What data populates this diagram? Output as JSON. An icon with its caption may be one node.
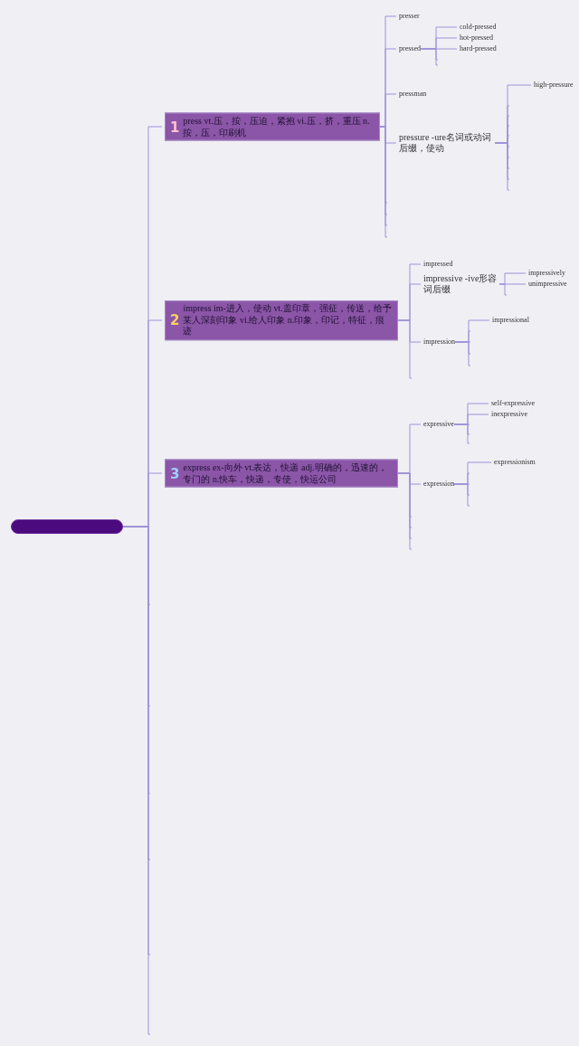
{
  "diagram": {
    "nodes": [
      {
        "text": [],
        "shape": "box"
      },
      {
        "text": [
          "1",
          "press vt.压，按，压迫，紧抱 vi.压，挤，重压 n.按，压，印刷机"
        ]
      },
      {
        "text": [
          "presser"
        ]
      },
      {
        "text": [
          "pressed"
        ]
      },
      {
        "text": [
          "cold-pressed"
        ]
      },
      {
        "text": [
          "hot-pressed"
        ]
      },
      {
        "text": [
          "hard-pressed"
        ]
      },
      {
        "text": [
          "pressman"
        ]
      },
      {
        "text": [
          "pressure -ure名词或动词后缀，使动"
        ]
      },
      {
        "text": [
          "high-pressure"
        ]
      },
      {
        "text": [
          "2",
          "impress im-进入，使动 vt.盖印章，强征，传送，给予某人深刻印象 vi.给人印象 n.印象，印记，特征，痕迹"
        ]
      },
      {
        "text": [
          "impressed"
        ]
      },
      {
        "text": [
          "impressive -ive形容词后缀"
        ]
      },
      {
        "text": [
          "impressively"
        ]
      },
      {
        "text": [
          "unimpressive"
        ]
      },
      {
        "text": [
          "impression"
        ]
      },
      {
        "text": [
          "impressional"
        ]
      },
      {
        "text": [
          "3",
          "express ex-向外 vt.表达，快递 adj.明确的，迅速的，专门的 n.快车，快递，专使，快运公司"
        ]
      },
      {
        "text": [
          "expressive"
        ]
      },
      {
        "text": [
          "self-expressive"
        ]
      },
      {
        "text": [
          "inexpressive"
        ]
      },
      {
        "text": [
          "expression"
        ]
      },
      {
        "text": [
          "expressionism"
        ]
      }
    ],
    "edges": [
      {
        "from": 0,
        "to": 1,
        "arrow": "none"
      },
      {
        "from": 0,
        "to": 10,
        "arrow": "none"
      },
      {
        "from": 0,
        "to": 17,
        "arrow": "none"
      },
      {
        "from": 0,
        "to": null,
        "arrow": "none"
      },
      {
        "from": 0,
        "to": null,
        "arrow": "none"
      },
      {
        "from": 0,
        "to": null,
        "arrow": "none"
      },
      {
        "from": 0,
        "to": null,
        "arrow": "none"
      },
      {
        "from": 0,
        "to": null,
        "arrow": "none"
      },
      {
        "from": 0,
        "to": null,
        "arrow": "none"
      },
      {
        "from": 1,
        "to": 2,
        "arrow": "none"
      },
      {
        "from": 1,
        "to": 3,
        "arrow": "none"
      },
      {
        "from": 1,
        "to": 7,
        "arrow": "none"
      },
      {
        "from": 1,
        "to": 8,
        "arrow": "none"
      },
      {
        "from": 1,
        "to": null,
        "arrow": "none"
      },
      {
        "from": 1,
        "to": null,
        "arrow": "none"
      },
      {
        "from": 1,
        "to": null,
        "arrow": "none"
      },
      {
        "from": 1,
        "to": null,
        "arrow": "none"
      },
      {
        "from": 3,
        "to": 4,
        "arrow": "none"
      },
      {
        "from": 3,
        "to": 5,
        "arrow": "none"
      },
      {
        "from": 3,
        "to": 6,
        "arrow": "none"
      },
      {
        "from": 3,
        "to": null,
        "arrow": "none"
      },
      {
        "from": 3,
        "to": null,
        "arrow": "none"
      },
      {
        "from": 8,
        "to": 9,
        "arrow": "none"
      },
      {
        "from": 8,
        "to": null,
        "arrow": "none"
      },
      {
        "from": 8,
        "to": null,
        "arrow": "none"
      },
      {
        "from": 8,
        "to": null,
        "arrow": "none"
      },
      {
        "from": 8,
        "to": null,
        "arrow": "none"
      },
      {
        "from": 8,
        "to": null,
        "arrow": "none"
      },
      {
        "from": 8,
        "to": null,
        "arrow": "none"
      },
      {
        "from": 8,
        "to": null,
        "arrow": "none"
      },
      {
        "from": 8,
        "to": null,
        "arrow": "none"
      },
      {
        "from": 8,
        "to": null,
        "arrow": "none"
      },
      {
        "from": 10,
        "to": 11,
        "arrow": "none"
      },
      {
        "from": 10,
        "to": 12,
        "arrow": "none"
      },
      {
        "from": 10,
        "to": 15,
        "arrow": "none"
      },
      {
        "from": 10,
        "to": null,
        "arrow": "none"
      },
      {
        "from": 12,
        "to": 13,
        "arrow": "none"
      },
      {
        "from": 12,
        "to": 14,
        "arrow": "none"
      },
      {
        "from": 12,
        "to": null,
        "arrow": "none"
      },
      {
        "from": 15,
        "to": 16,
        "arrow": "none"
      },
      {
        "from": 15,
        "to": null,
        "arrow": "none"
      },
      {
        "from": 15,
        "to": null,
        "arrow": "none"
      },
      {
        "from": 15,
        "to": null,
        "arrow": "none"
      },
      {
        "from": 15,
        "to": null,
        "arrow": "none"
      },
      {
        "from": 17,
        "to": 18,
        "arrow": "none"
      },
      {
        "from": 17,
        "to": 21,
        "arrow": "none"
      },
      {
        "from": 17,
        "to": null,
        "arrow": "none"
      },
      {
        "from": 17,
        "to": null,
        "arrow": "none"
      },
      {
        "from": 17,
        "to": null,
        "arrow": "none"
      },
      {
        "from": 17,
        "to": null,
        "arrow": "none"
      },
      {
        "from": 18,
        "to": 19,
        "arrow": "none"
      },
      {
        "from": 18,
        "to": 20,
        "arrow": "none"
      },
      {
        "from": 18,
        "to": null,
        "arrow": "none"
      },
      {
        "from": 18,
        "to": null,
        "arrow": "none"
      },
      {
        "from": 18,
        "to": null,
        "arrow": "none"
      },
      {
        "from": 21,
        "to": 22,
        "arrow": "none"
      },
      {
        "from": 21,
        "to": null,
        "arrow": "none"
      },
      {
        "from": 21,
        "to": null,
        "arrow": "none"
      },
      {
        "from": 21,
        "to": null,
        "arrow": "none"
      },
      {
        "from": 21,
        "to": null,
        "arrow": "none"
      }
    ]
  }
}
